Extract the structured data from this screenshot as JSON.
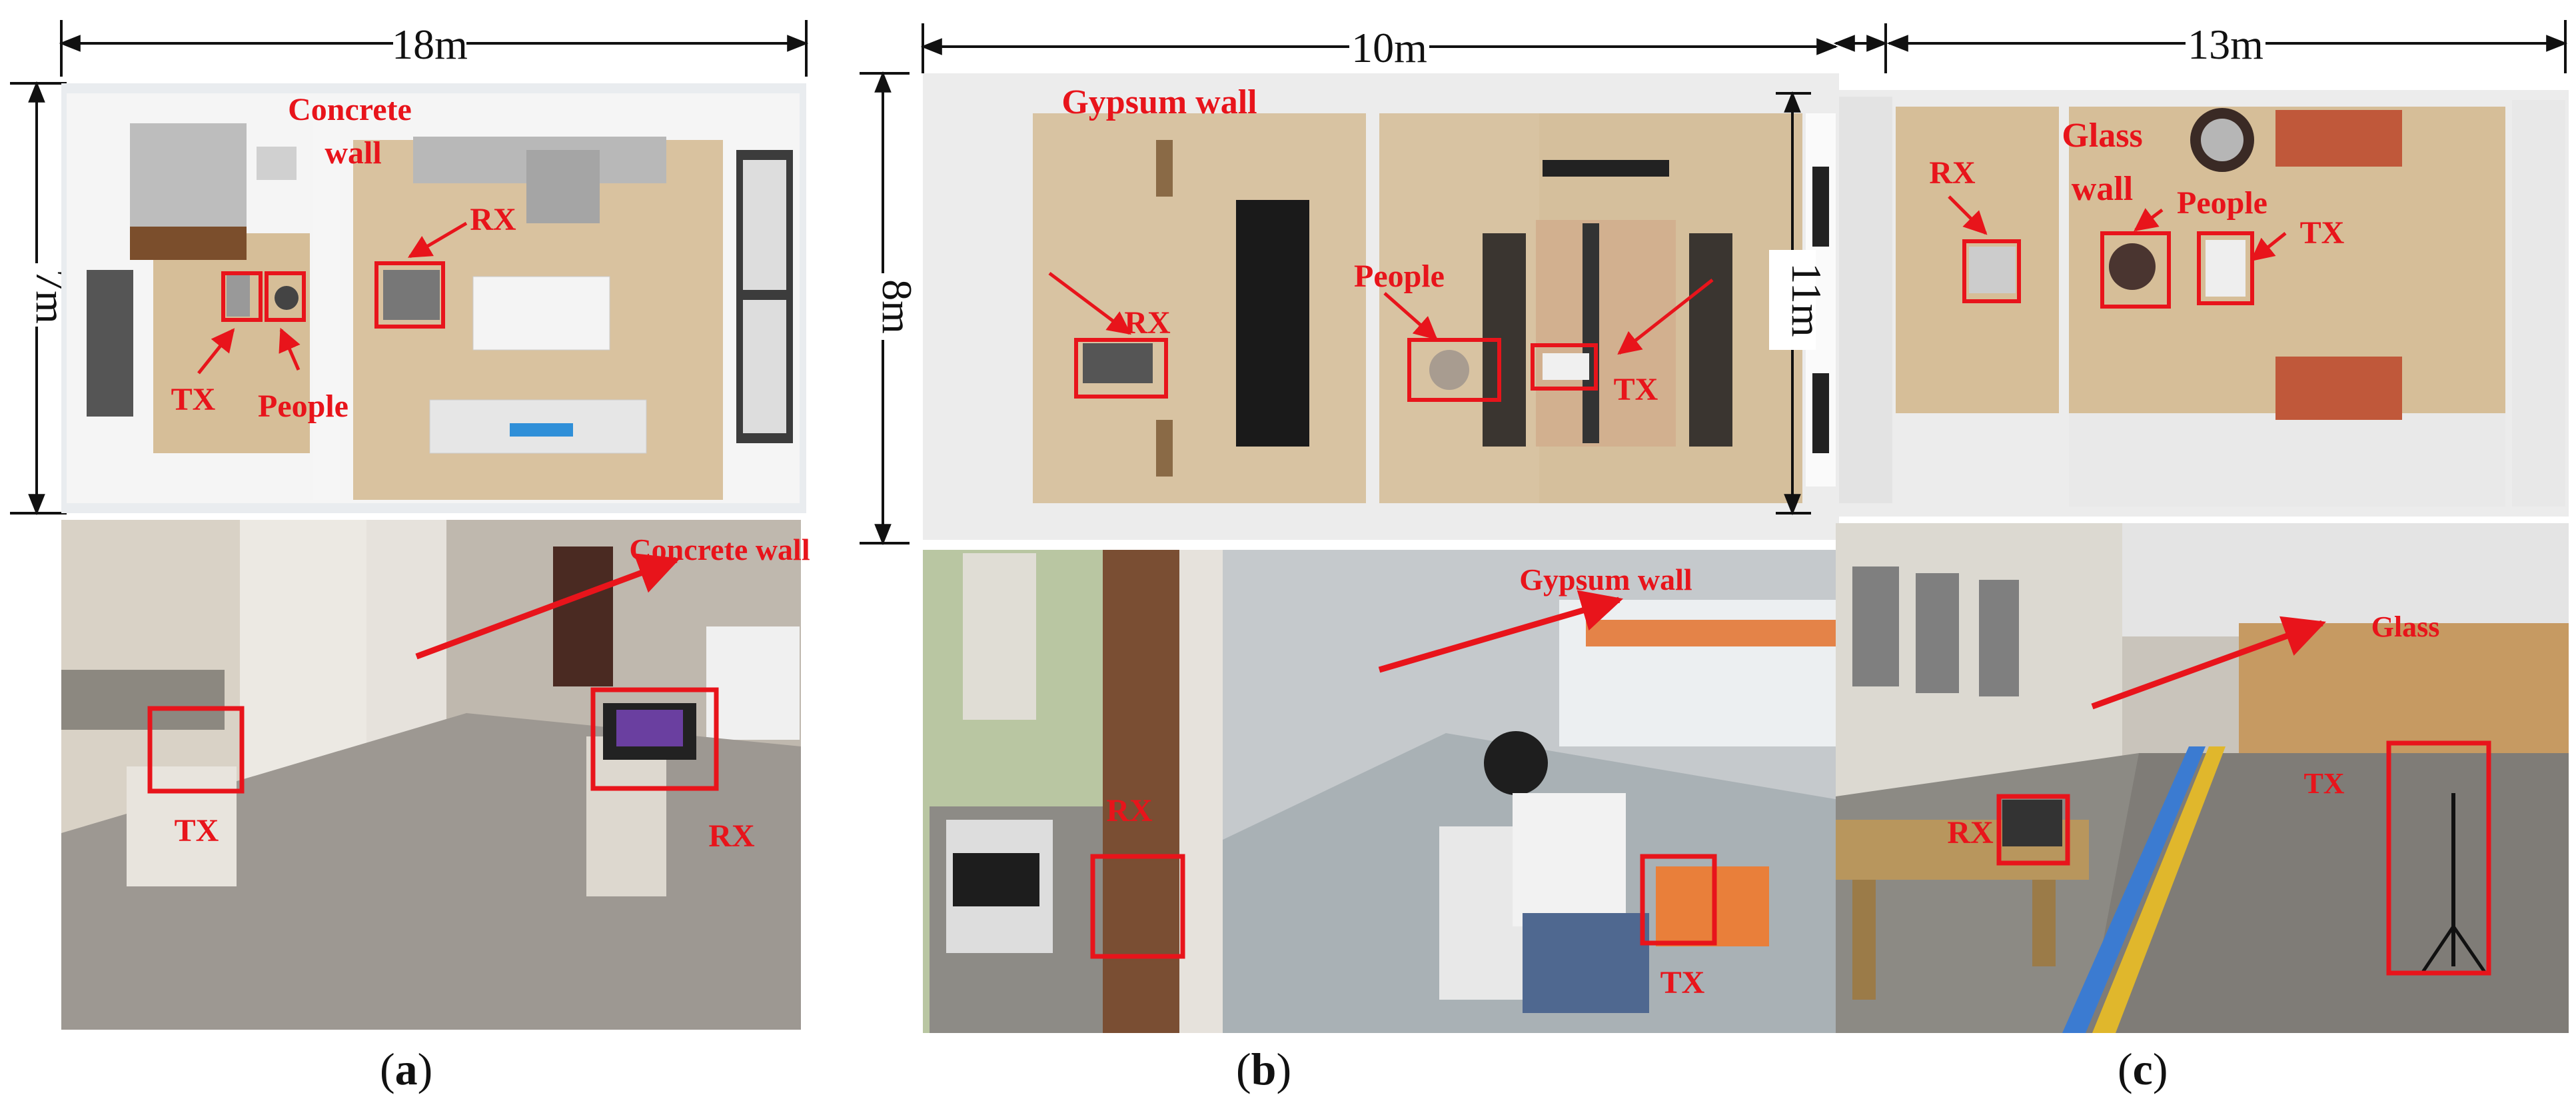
{
  "dimensions": {
    "a_width": "18m",
    "a_height": "7m",
    "b_width": "10m",
    "b_height": "8m",
    "c_gap_height": "11m",
    "c_width": "13m"
  },
  "panels": {
    "a": {
      "caption_open": "(",
      "caption_letter": "a",
      "caption_close": ")",
      "plan_labels": {
        "wall": "Concrete wall",
        "wall_line1": "Concrete",
        "wall_line2": "wall",
        "rx": "RX",
        "tx": "TX",
        "people": "People"
      },
      "photo_labels": {
        "wall": "Concrete wall",
        "tx": "TX",
        "rx": "RX"
      }
    },
    "b": {
      "caption_open": "(",
      "caption_letter": "b",
      "caption_close": ")",
      "plan_labels": {
        "wall": "Gypsum wall",
        "rx": "RX",
        "people": "People",
        "tx": "TX"
      },
      "photo_labels": {
        "wall": "Gypsum wall",
        "rx": "RX",
        "tx": "TX"
      }
    },
    "c": {
      "caption_open": "(",
      "caption_letter": "c",
      "caption_close": ")",
      "plan_labels": {
        "wall_line1": "Glass",
        "wall_line2": "wall",
        "rx": "RX",
        "people": "People",
        "tx": "TX"
      },
      "photo_labels": {
        "wall": "Glass",
        "rx": "RX",
        "tx": "TX"
      }
    }
  },
  "colors": {
    "label_red": "#e8141b",
    "floor_wood": "#d8c3a2",
    "wall_white": "#f2f2f2"
  }
}
